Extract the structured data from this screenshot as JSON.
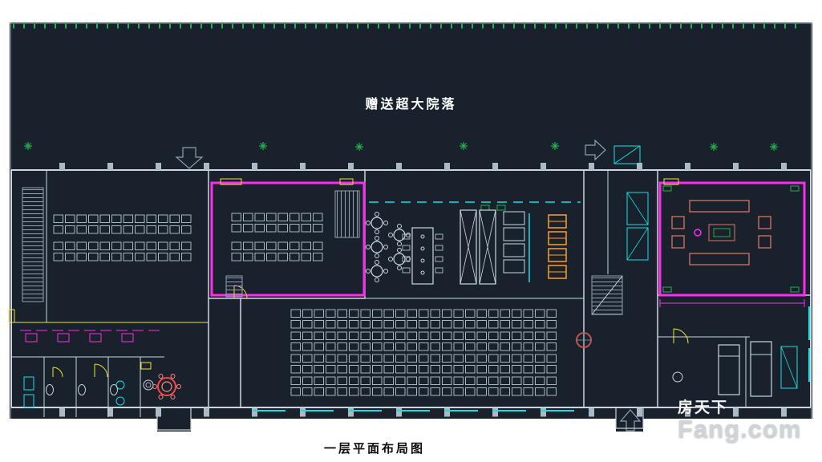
{
  "plan": {
    "courtyard_title": "赠送超大院落",
    "caption": "一层平面布局图",
    "colors": {
      "bg": "#18212c",
      "wall": "#cdd6dd",
      "walldim": "#8ea0ac",
      "magenta": "#ff2bf0",
      "yellow": "#f2e71f",
      "cyan": "#17dfe4",
      "green": "#22b14c",
      "red": "#ff4545",
      "orange": "#ff9d2e",
      "sofa": "#c06a5a"
    }
  },
  "watermark": {
    "cn": "房天下",
    "en": "Fang.com"
  }
}
